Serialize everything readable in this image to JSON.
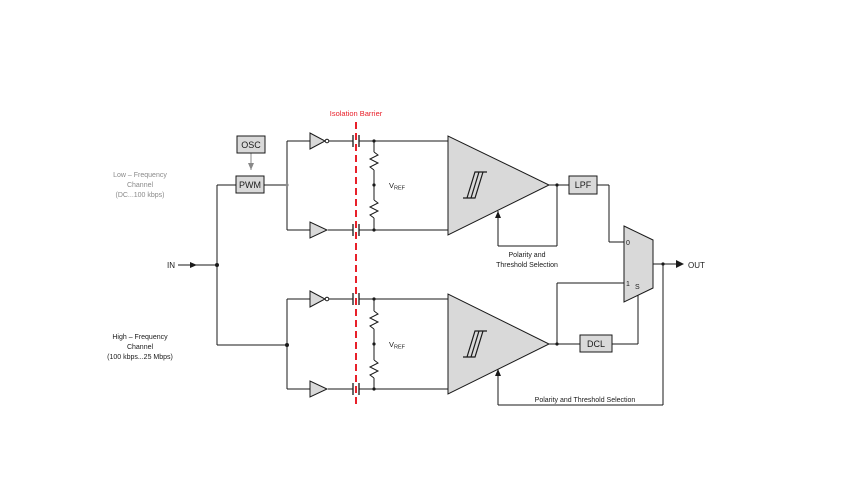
{
  "diagram": {
    "barrier_label": "Isolation Barrier",
    "input_label": "IN",
    "output_label": "OUT",
    "osc_label": "OSC",
    "pwm_label": "PWM",
    "lpf_label": "LPF",
    "dcl_label": "DCL",
    "vref_top": {
      "main": "V",
      "sub": "REF"
    },
    "vref_bottom": {
      "main": "V",
      "sub": "REF"
    },
    "low_channel": [
      "Low – Frequency",
      "Channel",
      "(DC...100 kbps)"
    ],
    "high_channel": [
      "High – Frequency",
      "Channel",
      "(100 kbps...25 Mbps)"
    ],
    "polarity_top": [
      "Polarity and",
      "Threshold Selection"
    ],
    "polarity_bottom": "Polarity and Threshold Selection",
    "mux_in0": "0",
    "mux_in1": "1",
    "mux_sel": "S",
    "colors": {
      "barrier": "#e8202a",
      "block_fill": "#d9d9d9",
      "line": "#1a1a1a"
    }
  }
}
